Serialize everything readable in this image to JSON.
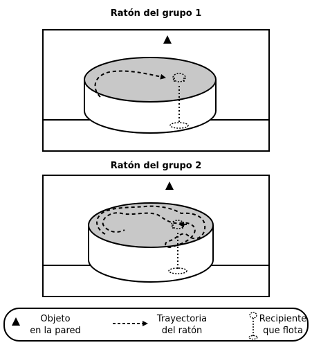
{
  "panels": [
    {
      "title": "Ratón del grupo 1"
    },
    {
      "title": "Ratón del grupo 2"
    }
  ],
  "legend": {
    "wall_object": {
      "line1": "Objeto",
      "line2": "en la pared"
    },
    "trajectory": {
      "line1": "Trayectoria",
      "line2": "del ratón"
    },
    "container": {
      "line1": "Recipiente",
      "line2": "que flota"
    }
  },
  "colors": {
    "pool_surface": "#c8c8c8",
    "line": "#000000",
    "background": "#ffffff"
  }
}
